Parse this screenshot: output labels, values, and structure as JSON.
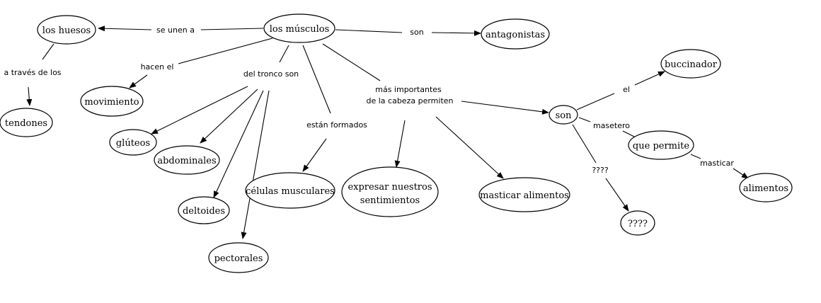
{
  "concepts": {
    "musculos": "los músculos",
    "huesos": "los huesos",
    "tendones": "tendones",
    "movimiento": "movimiento",
    "gluteos": "glúteos",
    "abdominales": "abdominales",
    "deltoides": "deltoides",
    "pectorales": "pectorales",
    "celulas": "células musculares",
    "expresar": [
      "expresar nuestros",
      "sentimientos"
    ],
    "masticar": "masticar alimentos",
    "antagonistas": "antagonistas",
    "son": "son",
    "buccinador": "buccinador",
    "que_permite": "que permite",
    "alimentos": "alimentos",
    "qqqq": "????"
  },
  "linking_phrases": {
    "se_unen_a": "se unen a",
    "son_top": "son",
    "a_traves": "a través de los",
    "hacen_el": "hacen el",
    "del_tronco": "del tronco son",
    "estan_formados": "están formados",
    "mas_importantes": [
      "más importantes",
      "de la cabeza permiten"
    ],
    "el": "el",
    "masetero": "masetero",
    "qqqq_link": "????",
    "masticar_link": "masticar"
  }
}
